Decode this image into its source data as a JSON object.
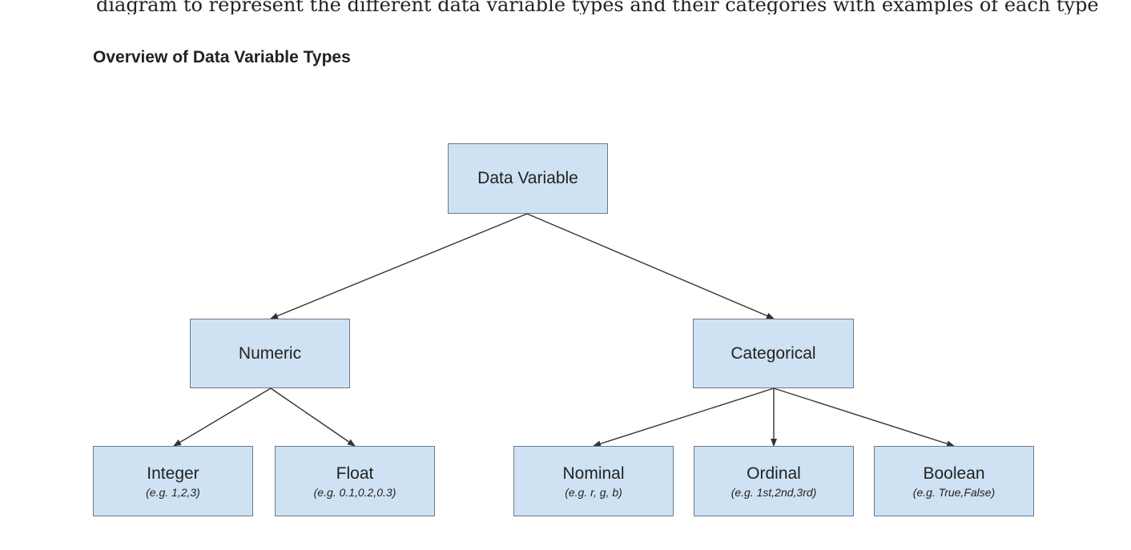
{
  "page": {
    "cutoff_text": "diagram to represent the different data variable types and their categories with examples of each type",
    "title": "Overview of Data Variable Types"
  },
  "diagram": {
    "node_fill": "#cfe2f3",
    "node_border": "#6b7a88",
    "edge_color": "#333333",
    "nodes": {
      "root": {
        "label": "Data Variable"
      },
      "numeric": {
        "label": "Numeric"
      },
      "categorical": {
        "label": "Categorical"
      },
      "integer": {
        "label": "Integer",
        "example": "(e.g. 1,2,3)"
      },
      "float": {
        "label": "Float",
        "example": "(e.g. 0.1,0.2,0.3)"
      },
      "nominal": {
        "label": "Nominal",
        "example": "(e.g. r, g, b)"
      },
      "ordinal": {
        "label": "Ordinal",
        "example": "(e.g. 1st,2nd,3rd)"
      },
      "boolean": {
        "label": "Boolean",
        "example": "(e.g. True,False)"
      }
    },
    "edges": [
      {
        "from": "root",
        "to": "numeric"
      },
      {
        "from": "root",
        "to": "categorical"
      },
      {
        "from": "numeric",
        "to": "integer"
      },
      {
        "from": "numeric",
        "to": "float"
      },
      {
        "from": "categorical",
        "to": "nominal"
      },
      {
        "from": "categorical",
        "to": "ordinal"
      },
      {
        "from": "categorical",
        "to": "boolean"
      }
    ]
  }
}
